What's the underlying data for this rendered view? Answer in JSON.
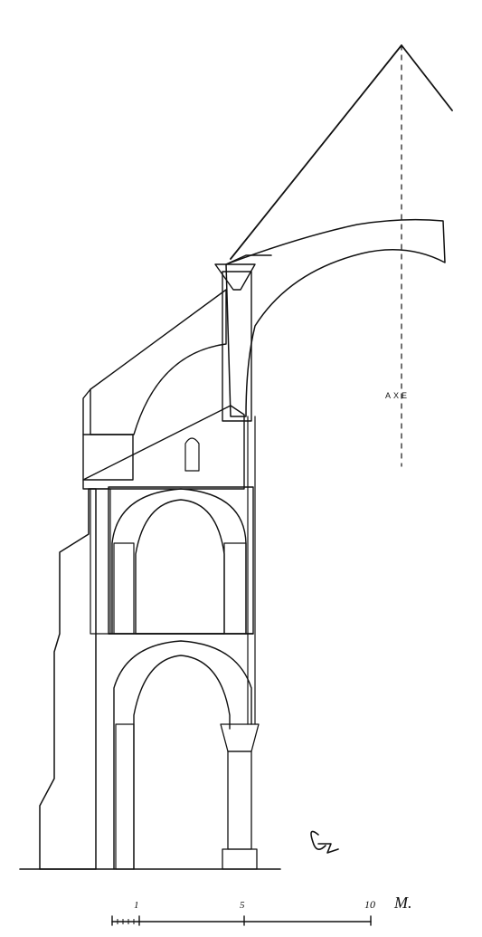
{
  "drawing": {
    "axis_label": "AXE",
    "scale_labels": {
      "one": "1",
      "five": "5",
      "ten": "10",
      "unit": "M."
    },
    "monogram": "monogram-signature",
    "ink_color": "#111111",
    "paper_color": "#ffffff"
  }
}
